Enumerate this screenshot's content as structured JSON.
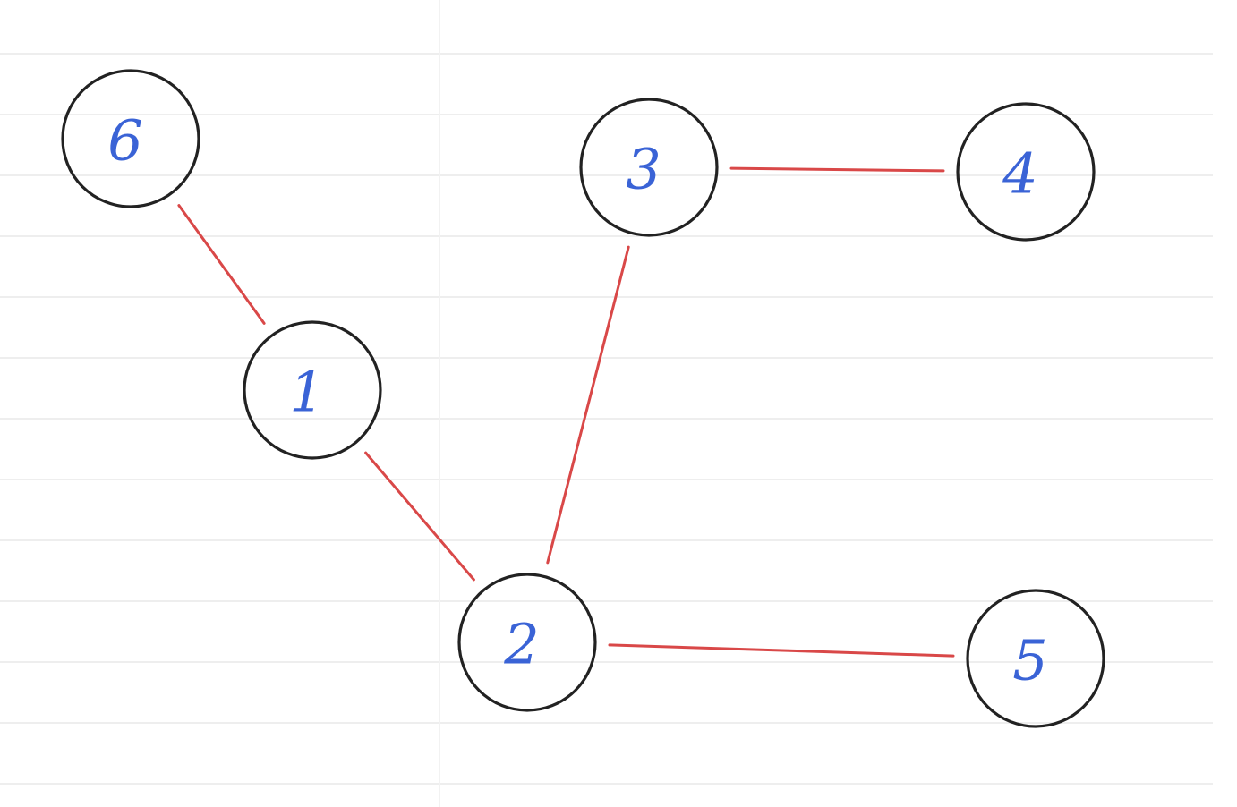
{
  "diagram": {
    "nodes": [
      {
        "id": "6",
        "label": "6"
      },
      {
        "id": "1",
        "label": "1"
      },
      {
        "id": "3",
        "label": "3"
      },
      {
        "id": "4",
        "label": "4"
      },
      {
        "id": "2",
        "label": "2"
      },
      {
        "id": "5",
        "label": "5"
      }
    ],
    "edges": [
      {
        "from": "6",
        "to": "1"
      },
      {
        "from": "1",
        "to": "2"
      },
      {
        "from": "2",
        "to": "3"
      },
      {
        "from": "3",
        "to": "4"
      },
      {
        "from": "2",
        "to": "5"
      }
    ],
    "colors": {
      "edge": "#d94848",
      "node_outline": "#222222",
      "label": "#3a63d6",
      "ruled_lines": "#eeeeee"
    }
  }
}
